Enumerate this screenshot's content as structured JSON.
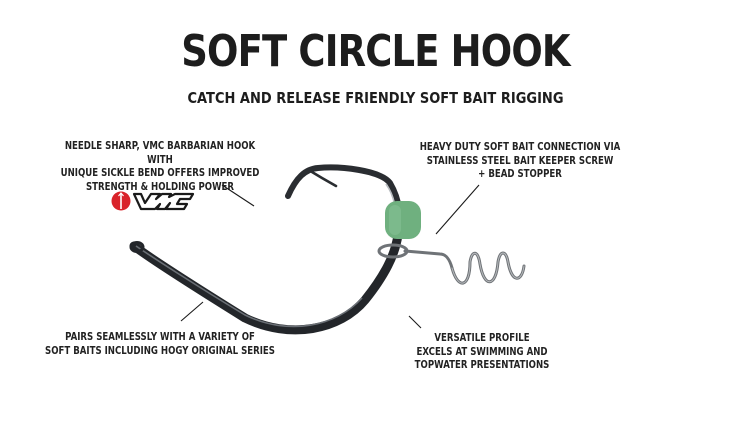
{
  "header": {
    "title": "SOFT CIRCLE HOOK",
    "subtitle": "CATCH AND RELEASE FRIENDLY SOFT BAIT RIGGING"
  },
  "callouts": [
    {
      "id": "top-left",
      "lines": [
        "NEEDLE SHARP, VMC BARBARIAN HOOK",
        "WITH",
        "UNIQUE SICKLE BEND OFFERS IMPROVED",
        "STRENGTH & HOLDING POWER"
      ]
    },
    {
      "id": "top-right",
      "lines": [
        "HEAVY DUTY SOFT BAIT CONNECTION VIA",
        "STAINLESS STEEL BAIT KEEPER SCREW",
        "+ BEAD STOPPER"
      ]
    },
    {
      "id": "bottom-left",
      "lines": [
        "PAIRS SEAMLESSLY WITH A VARIETY OF",
        "SOFT BAITS INCLUDING HOGY ORIGINAL SERIES"
      ]
    },
    {
      "id": "bottom-right",
      "lines": [
        "VERSATILE PROFILE",
        "EXCELS AT SWIMMING AND",
        "TOPWATER PRESENTATIONS"
      ]
    }
  ],
  "logo": {
    "brand": "VMC",
    "icon": "vmc-hook-logo-icon"
  },
  "colors": {
    "text": "#1d1d1d",
    "hook": "#2c2f33",
    "bead": "#6fb07f",
    "spring": "#7d8185",
    "logo_red": "#d9232a",
    "background": "#ffffff"
  }
}
